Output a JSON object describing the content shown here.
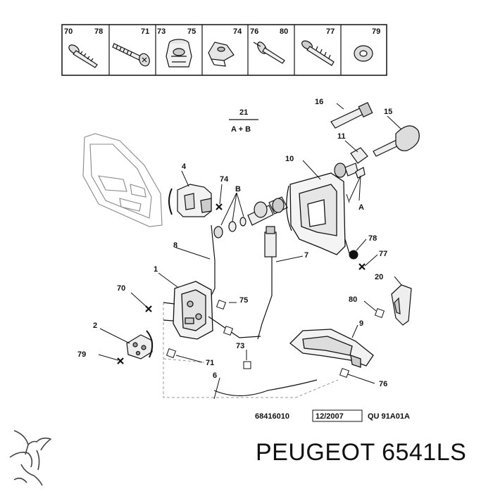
{
  "legend_cells": [
    {
      "left_code": "70",
      "right_code": "78",
      "icon": "self-tapping-screw-icon"
    },
    {
      "left_code": "",
      "right_code": "71",
      "icon": "screw-icon"
    },
    {
      "left_code": "73",
      "right_code": "75",
      "icon": "nut-clip-icon"
    },
    {
      "left_code": "",
      "right_code": "74",
      "icon": "clip-icon"
    },
    {
      "left_code": "76",
      "right_code": "80",
      "icon": "rivet-icon"
    },
    {
      "left_code": "",
      "right_code": "77",
      "icon": "flange-screw-icon"
    },
    {
      "left_code": "",
      "right_code": "79",
      "icon": "washer-icon"
    }
  ],
  "set_label": {
    "number": "21",
    "parts": "A + B"
  },
  "callouts": [
    "1",
    "2",
    "4",
    "6",
    "7",
    "8",
    "9",
    "10",
    "11",
    "15",
    "16",
    "20",
    "70",
    "71",
    "73",
    "74",
    "75",
    "76",
    "77",
    "78",
    "79",
    "80",
    "A",
    "B"
  ],
  "reference": {
    "code": "68416010",
    "date": "12/2007",
    "model": "QU 91A01A"
  },
  "brand": {
    "name": "PEUGEOT",
    "part_number": "6541LS",
    "text": "PEUGEOT 6541LS",
    "logo": "peugeot-lion-logo"
  }
}
